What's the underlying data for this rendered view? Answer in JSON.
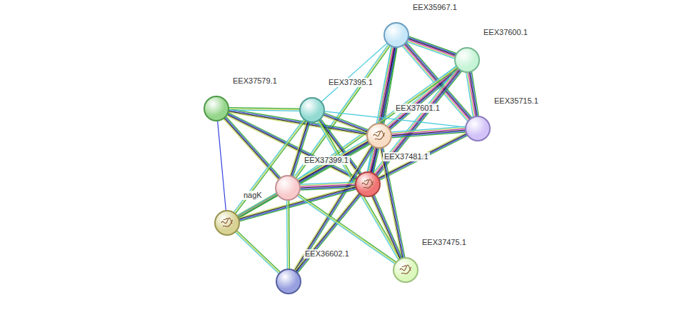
{
  "diagram": {
    "nodes": [
      {
        "text": [
          "EEX35967.1"
        ]
      },
      {
        "text": [
          "EEX37600.1"
        ]
      },
      {
        "text": [
          "EEX37579.1"
        ]
      },
      {
        "text": [
          "EEX37395.1"
        ]
      },
      {
        "text": [
          "EEX37601.1"
        ]
      },
      {
        "text": [
          "EEX35715.1"
        ]
      },
      {
        "text": [
          "EEX37399.1"
        ]
      },
      {
        "text": [
          "EEX37481.1"
        ]
      },
      {
        "text": [
          "nagK"
        ]
      },
      {
        "text": [
          "EEX36602.1"
        ]
      },
      {
        "text": [
          "EEX37475.1"
        ]
      }
    ],
    "edges": [
      {
        "from": 0,
        "to": 1,
        "arrow": "none"
      },
      {
        "from": 0,
        "to": 4,
        "arrow": "none"
      },
      {
        "from": 0,
        "to": 7,
        "arrow": "none"
      },
      {
        "from": 0,
        "to": 5,
        "arrow": "none"
      },
      {
        "from": 0,
        "to": 3,
        "arrow": "none"
      },
      {
        "from": 0,
        "to": 6,
        "arrow": "none"
      },
      {
        "from": 1,
        "to": 4,
        "arrow": "none"
      },
      {
        "from": 1,
        "to": 7,
        "arrow": "none"
      },
      {
        "from": 1,
        "to": 5,
        "arrow": "none"
      },
      {
        "from": 1,
        "to": 6,
        "arrow": "none"
      },
      {
        "from": 5,
        "to": 4,
        "arrow": "none"
      },
      {
        "from": 5,
        "to": 7,
        "arrow": "none"
      },
      {
        "from": 5,
        "to": 3,
        "arrow": "none"
      },
      {
        "from": 2,
        "to": 4,
        "arrow": "none"
      },
      {
        "from": 2,
        "to": 7,
        "arrow": "none"
      },
      {
        "from": 2,
        "to": 6,
        "arrow": "none"
      },
      {
        "from": 2,
        "to": 8,
        "arrow": "none"
      },
      {
        "from": 2,
        "to": 3,
        "arrow": "none"
      },
      {
        "from": 3,
        "to": 4,
        "arrow": "none"
      },
      {
        "from": 3,
        "to": 7,
        "arrow": "none"
      },
      {
        "from": 3,
        "to": 6,
        "arrow": "none"
      },
      {
        "from": 3,
        "to": 8,
        "arrow": "none"
      },
      {
        "from": 3,
        "to": 10,
        "arrow": "none"
      },
      {
        "from": 4,
        "to": 7,
        "arrow": "none"
      },
      {
        "from": 4,
        "to": 6,
        "arrow": "none"
      },
      {
        "from": 4,
        "to": 8,
        "arrow": "none"
      },
      {
        "from": 4,
        "to": 9,
        "arrow": "none"
      },
      {
        "from": 4,
        "to": 10,
        "arrow": "none"
      },
      {
        "from": 7,
        "to": 6,
        "arrow": "none"
      },
      {
        "from": 7,
        "to": 8,
        "arrow": "none"
      },
      {
        "from": 7,
        "to": 9,
        "arrow": "none"
      },
      {
        "from": 7,
        "to": 10,
        "arrow": "none"
      },
      {
        "from": 6,
        "to": 8,
        "arrow": "none"
      },
      {
        "from": 6,
        "to": 9,
        "arrow": "none"
      },
      {
        "from": 6,
        "to": 10,
        "arrow": "none"
      },
      {
        "from": 8,
        "to": 9,
        "arrow": "none"
      }
    ]
  }
}
